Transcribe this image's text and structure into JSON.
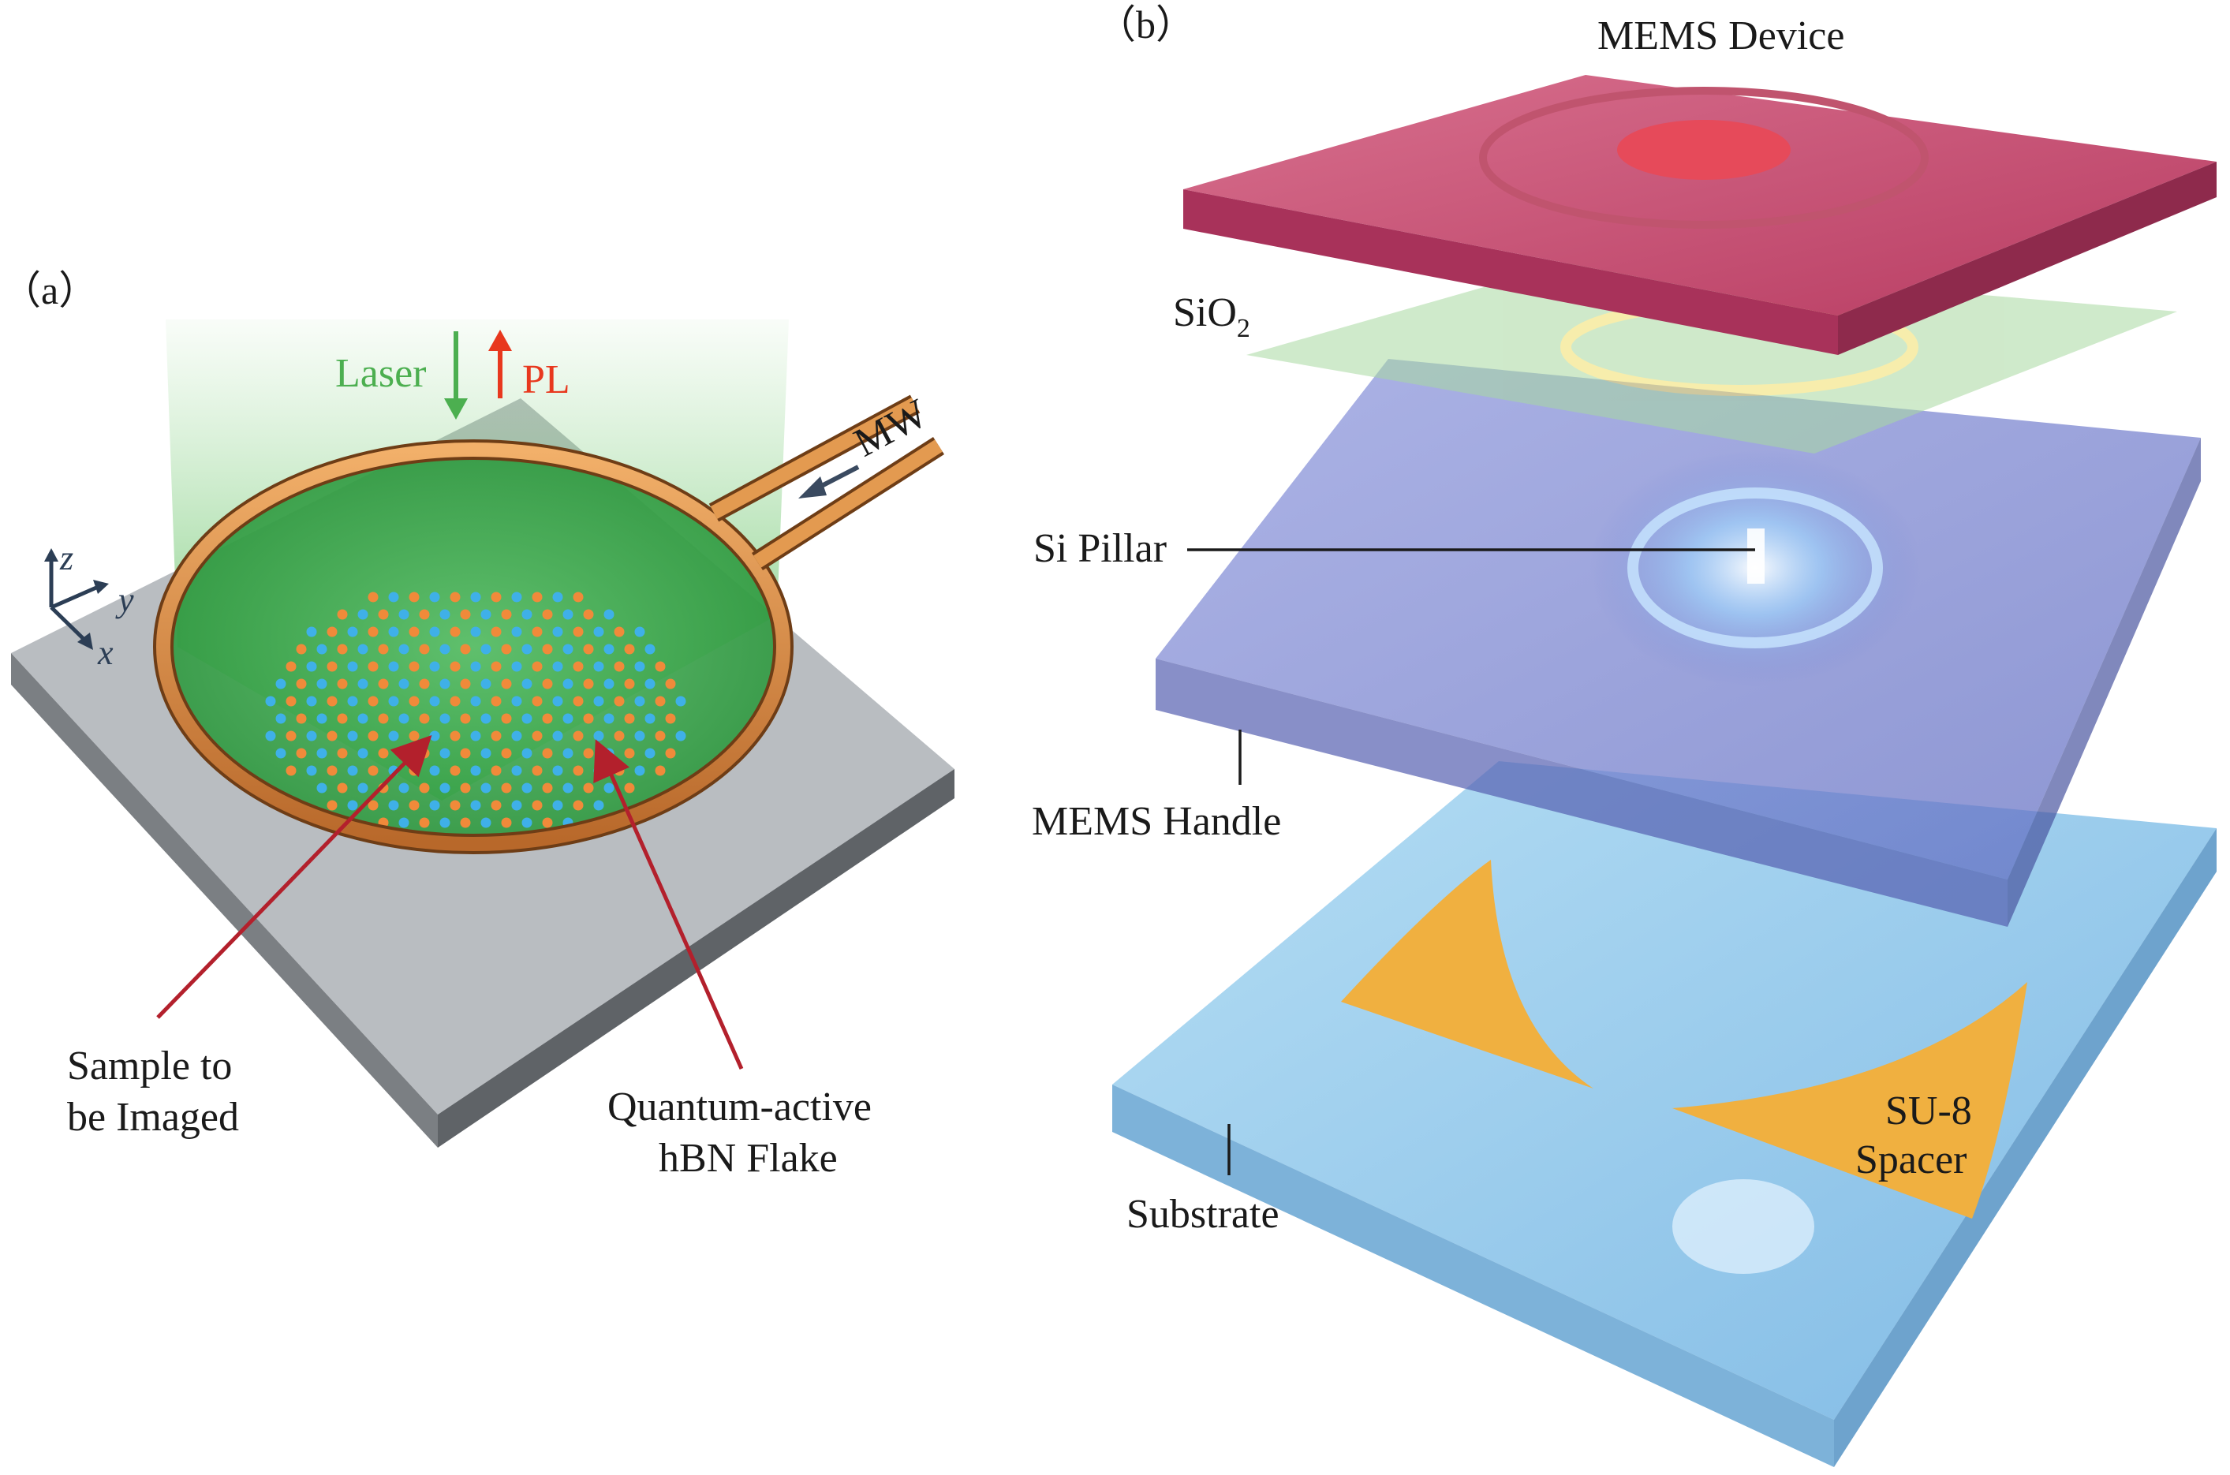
{
  "panel_a": {
    "label": "（a）",
    "laser_label": "Laser",
    "pl_label": "PL",
    "mw_label": "MW",
    "axis_z": "z",
    "axis_y": "y",
    "axis_x": "x",
    "sample_label_line1": "Sample to",
    "sample_label_line2": "be Imaged",
    "flake_label_line1": "Quantum-active",
    "flake_label_line2": "hBN Flake"
  },
  "panel_b": {
    "label": "（b）",
    "mems_device": "MEMS Device",
    "sio2_main": "SiO",
    "sio2_sub": "2",
    "si_pillar": "Si Pillar",
    "mems_handle": "MEMS Handle",
    "su8_line1": "SU-8",
    "su8_line2": "Spacer",
    "substrate": "Substrate"
  },
  "colors": {
    "laser": "#4caf50",
    "pl": "#e8381e",
    "arrow_red": "#b3202c",
    "ring": "#d98a3c",
    "mems_device": "#c4486e",
    "sio2": "#a8d8a0",
    "mems_handle": "#6f7fd0",
    "substrate": "#7ec0e8",
    "su8": "#f0b040"
  }
}
